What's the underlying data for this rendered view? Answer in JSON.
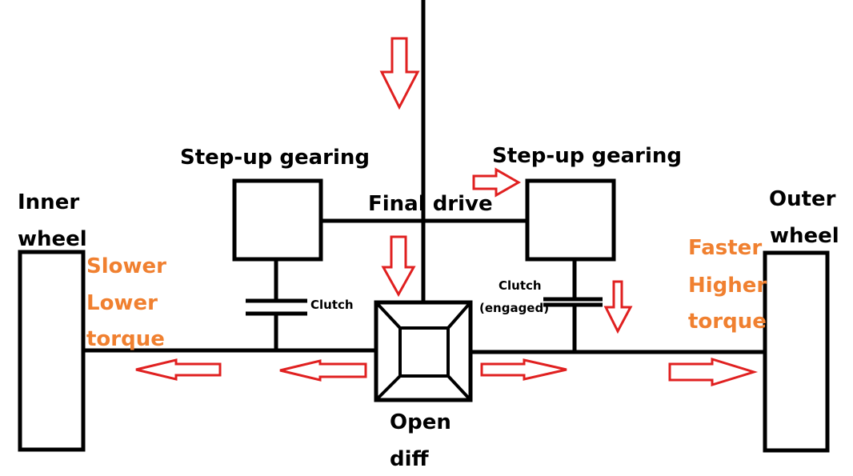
{
  "labels": {
    "step_up_left": "Step-up gearing",
    "step_up_right": "Step-up gearing",
    "final_drive": "Final drive",
    "inner_wheel_1": "Inner",
    "inner_wheel_2": "wheel",
    "outer_wheel_1": "Outer",
    "outer_wheel_2": "wheel",
    "clutch_left": "Clutch",
    "clutch_right_1": "Clutch",
    "clutch_right_2": "(engaged)",
    "open_diff_1": "Open",
    "open_diff_2": "diff"
  },
  "inner_status": [
    "Slower",
    "Lower",
    "torque"
  ],
  "outer_status": [
    "Faster",
    "Higher",
    "torque"
  ],
  "colors": {
    "line": "#000000",
    "arrow": "#e02020",
    "status_text": "#f08030"
  }
}
